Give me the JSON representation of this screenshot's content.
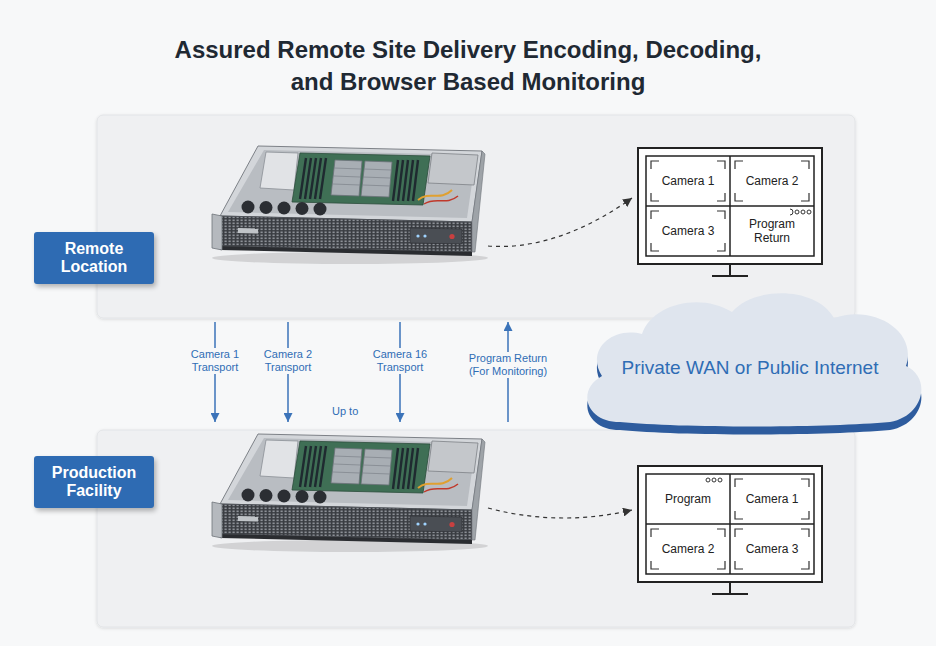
{
  "diagram": {
    "title": "Assured Remote Site Delivery Encoding, Decoding, and Browser Based Monitoring",
    "nodes": [
      {
        "text": [
          "Remote Location"
        ]
      },
      {
        "text": [
          "Camera 1"
        ],
        "in": 0
      },
      {
        "text": [
          "Camera 2"
        ],
        "in": 0
      },
      {
        "text": [
          "Camera 3"
        ],
        "in": 0
      },
      {
        "text": [
          "Program Return"
        ],
        "in": 0
      },
      {
        "text": [
          "Private WAN or Public Internet"
        ]
      },
      {
        "text": [
          "Production Facility"
        ]
      },
      {
        "text": [
          "Program"
        ],
        "in": 6
      },
      {
        "text": [
          "Camera 1"
        ],
        "in": 6
      },
      {
        "text": [
          "Camera 2"
        ],
        "in": 6
      },
      {
        "text": [
          "Camera 3"
        ],
        "in": 6
      }
    ],
    "edges": [
      {
        "from": 0,
        "to": 6,
        "arrow": "to",
        "label": "Camera 1 Transport"
      },
      {
        "from": 0,
        "to": 6,
        "arrow": "to",
        "label": "Camera 2 Transport"
      },
      {
        "from": 0,
        "to": 6,
        "arrow": "to",
        "label": "Camera 16 Transport"
      },
      {
        "from": 6,
        "to": 0,
        "arrow": "to",
        "label": "Program Return (For Monitoring)"
      }
    ],
    "labels": [
      "Up to"
    ]
  }
}
